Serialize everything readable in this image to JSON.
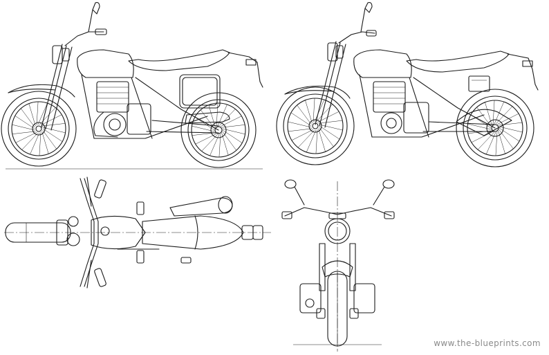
{
  "watermark": "www.the-blueprints.com",
  "views": [
    "left-side",
    "right-side",
    "top",
    "front"
  ],
  "colors": {
    "line": "#1a1a1a",
    "background": "#ffffff",
    "watermark": "#8a8a8a"
  }
}
